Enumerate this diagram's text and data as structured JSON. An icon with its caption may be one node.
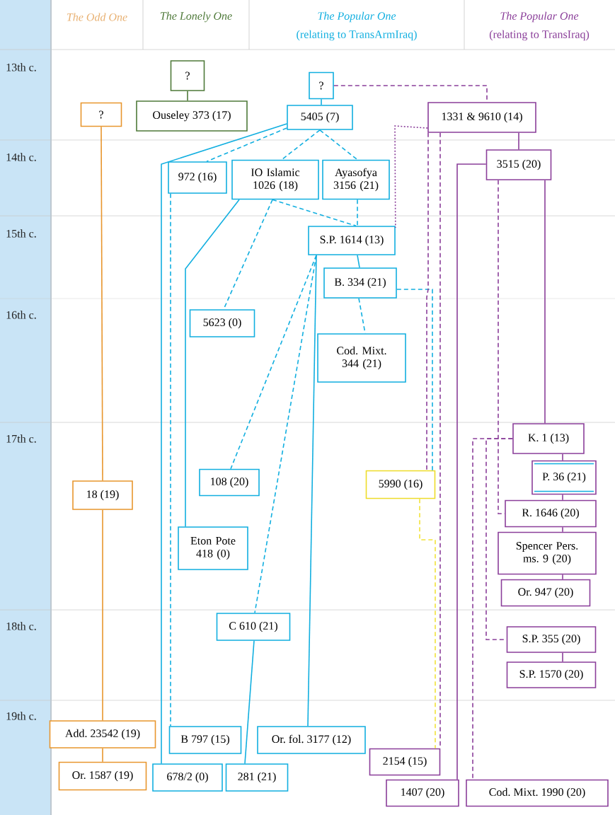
{
  "diagram": {
    "nodes": [
      {
        "text": [
          "?"
        ]
      },
      {
        "text": [
          "18 (19)"
        ]
      },
      {
        "text": [
          "Add. 23542 (19)"
        ]
      },
      {
        "text": [
          "Or. 1587 (19)"
        ]
      },
      {
        "text": [
          "?"
        ]
      },
      {
        "text": [
          "Ouseley 373 (17)"
        ]
      },
      {
        "text": [
          "?"
        ]
      },
      {
        "text": [
          "5405 (7)"
        ]
      },
      {
        "text": [
          "972 (16)"
        ]
      },
      {
        "text": [
          "IO Islamic 1026 (18)"
        ]
      },
      {
        "text": [
          "Ayasofya 3156 (21)"
        ]
      },
      {
        "text": [
          "S.P. 1614 (13)"
        ]
      },
      {
        "text": [
          "B. 334 (21)"
        ]
      },
      {
        "text": [
          "5623 (0)"
        ]
      },
      {
        "text": [
          "Cod. Mixt. 344 (21)"
        ]
      },
      {
        "text": [
          "108 (20)"
        ]
      },
      {
        "text": [
          "Eton Pote 418 (0)"
        ]
      },
      {
        "text": [
          "C 610 (21)"
        ]
      },
      {
        "text": [
          "B 797 (15)"
        ]
      },
      {
        "text": [
          "Or. fol. 3177 (12)"
        ]
      },
      {
        "text": [
          "678/2 (0)"
        ]
      },
      {
        "text": [
          "281 (21)"
        ]
      },
      {
        "text": [
          "1331 & 9610 (14)"
        ]
      },
      {
        "text": [
          "3515 (20)"
        ]
      },
      {
        "text": [
          "5990 (16)"
        ]
      },
      {
        "text": [
          "2154 (15)"
        ]
      },
      {
        "text": [
          "1407 (20)"
        ]
      },
      {
        "text": [
          "Cod. Mixt. 1990 (20)"
        ]
      },
      {
        "text": [
          "K. 1 (13)"
        ]
      },
      {
        "text": [
          "P. 36 (21)"
        ]
      },
      {
        "text": [
          "R. 1646 (20)"
        ]
      },
      {
        "text": [
          "Spencer Pers. ms. 9 (20)"
        ]
      },
      {
        "text": [
          "Or. 947 (20)"
        ]
      },
      {
        "text": [
          "S.P. 355 (20)"
        ]
      },
      {
        "text": [
          "S.P. 1570 (20)"
        ]
      }
    ],
    "edges": [
      {
        "from": 0,
        "to": 1,
        "arrow": "none",
        "color": "#e8962e"
      },
      {
        "from": 1,
        "to": 2,
        "arrow": "none",
        "color": "#e8962e"
      },
      {
        "from": 2,
        "to": 3,
        "arrow": "none",
        "color": "#e8962e"
      },
      {
        "from": 4,
        "to": 5,
        "arrow": "none",
        "color": "#4f7a3a"
      },
      {
        "from": 6,
        "to": 7,
        "arrow": "none"
      },
      {
        "from": 6,
        "to": 22,
        "arrow": "none",
        "style": "dashed",
        "color": "#8b3f9a"
      },
      {
        "from": 7,
        "to": 20,
        "arrow": "none"
      },
      {
        "from": 7,
        "to": 8,
        "arrow": "none",
        "style": "dashed"
      },
      {
        "from": 7,
        "to": 9,
        "arrow": "none",
        "style": "dashed"
      },
      {
        "from": 7,
        "to": 10,
        "arrow": "none",
        "style": "dashed"
      },
      {
        "from": 8,
        "to": 18,
        "arrow": "none",
        "style": "dashed"
      },
      {
        "from": 9,
        "to": 16,
        "arrow": "none"
      },
      {
        "from": 9,
        "to": 13,
        "arrow": "none",
        "style": "dashed"
      },
      {
        "from": 9,
        "to": 11,
        "arrow": "none",
        "style": "dashed"
      },
      {
        "from": 10,
        "to": 11,
        "arrow": "none",
        "style": "dashed"
      },
      {
        "from": 11,
        "to": 12,
        "arrow": "none"
      },
      {
        "from": 11,
        "to": 15,
        "arrow": "none",
        "style": "dashed"
      },
      {
        "from": 11,
        "to": 17,
        "arrow": "none",
        "style": "dashed"
      },
      {
        "from": 11,
        "to": 19,
        "arrow": "none"
      },
      {
        "from": 17,
        "to": 21,
        "arrow": "none"
      },
      {
        "from": 12,
        "to": 14,
        "arrow": "none",
        "style": "dashed"
      },
      {
        "from": 12,
        "to": 24,
        "arrow": "none",
        "style": "dashed"
      },
      {
        "from": 22,
        "to": 11,
        "arrow": "none",
        "style": "dashed",
        "color": "#8b3f9a"
      },
      {
        "from": 22,
        "to": 24,
        "arrow": "none",
        "style": "dashed",
        "color": "#8b3f9a"
      },
      {
        "from": 22,
        "to": 25,
        "arrow": "none",
        "style": "dashed",
        "color": "#8b3f9a"
      },
      {
        "from": 22,
        "to": 23,
        "arrow": "none",
        "color": "#8b3f9a"
      },
      {
        "from": 23,
        "to": 26,
        "arrow": "none",
        "color": "#8b3f9a"
      },
      {
        "from": 23,
        "to": 30,
        "arrow": "none",
        "style": "dashed",
        "color": "#8b3f9a"
      },
      {
        "from": 23,
        "to": 28,
        "arrow": "none",
        "color": "#8b3f9a"
      },
      {
        "from": 28,
        "to": 27,
        "arrow": "none",
        "style": "dashed",
        "color": "#8b3f9a"
      },
      {
        "from": 28,
        "to": 33,
        "arrow": "none",
        "style": "dashed",
        "color": "#8b3f9a"
      },
      {
        "from": 28,
        "to": 29,
        "arrow": "none",
        "color": "#8b3f9a"
      },
      {
        "from": 29,
        "to": 30,
        "arrow": "none",
        "color": "#8b3f9a"
      },
      {
        "from": 30,
        "to": 31,
        "arrow": "none",
        "color": "#8b3f9a"
      },
      {
        "from": 31,
        "to": 32,
        "arrow": "none",
        "color": "#8b3f9a"
      },
      {
        "from": 33,
        "to": 34,
        "arrow": "none",
        "color": "#8b3f9a"
      },
      {
        "from": 24,
        "to": 25,
        "arrow": "none",
        "style": "dashed",
        "color": "#f2e33a"
      }
    ],
    "labels": [
      "The Odd One",
      "The Lonely One",
      "The Popular One",
      "(relating to TransArmIraq)",
      "The Popular One",
      "(relating to TransIraq)",
      "13th c.",
      "14th c.",
      "15th c.",
      "16th c.",
      "17th c.",
      "18th c.",
      "19th c."
    ]
  }
}
